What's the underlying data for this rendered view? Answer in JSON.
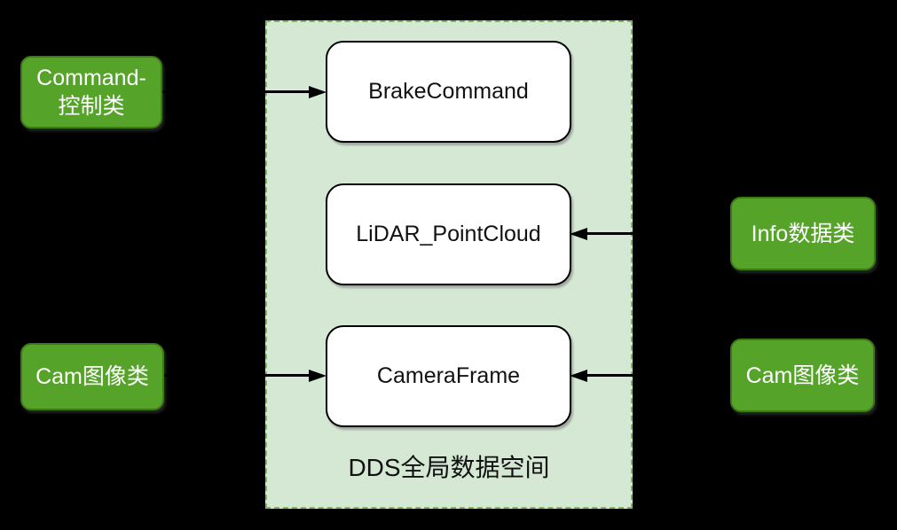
{
  "colors": {
    "bg": "#000000",
    "container-fill": "#d5e8d4",
    "container-border": "#82b366",
    "badge-fill": "#56a32a",
    "badge-border": "#3d7a16",
    "badge-text": "#ffffff",
    "box-fill": "#ffffff",
    "box-border": "#000000",
    "box-text": "#111111",
    "arrow": "#000000"
  },
  "diagram": {
    "container_label": "DDS全局数据空间",
    "topics": [
      {
        "label": "BrakeCommand"
      },
      {
        "label": "LiDAR_PointCloud"
      },
      {
        "label": "CameraFrame"
      }
    ],
    "badges": {
      "command": {
        "label": "Command-\n控制类"
      },
      "cam_left": {
        "label": "Cam图像类"
      },
      "info": {
        "label": "Info数据类"
      },
      "cam_right": {
        "label": "Cam图像类"
      }
    }
  }
}
